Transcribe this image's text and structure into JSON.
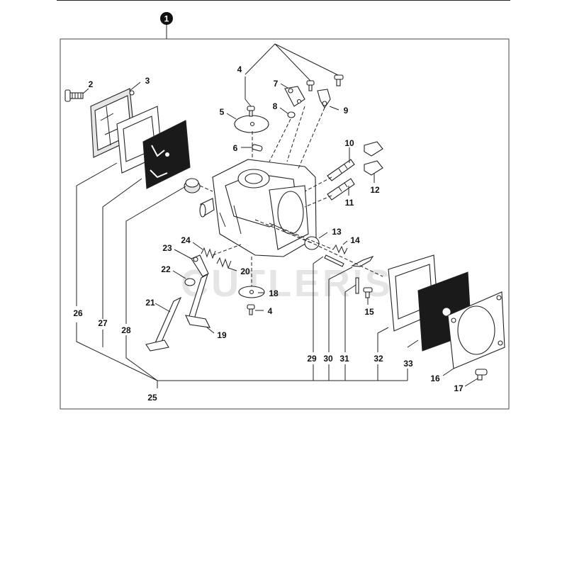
{
  "assembly": {
    "number": "1"
  },
  "watermark": "CUTLER'S",
  "parts": [
    {
      "key": "p2",
      "label": "2"
    },
    {
      "key": "p3",
      "label": "3"
    },
    {
      "key": "p4a",
      "label": "4"
    },
    {
      "key": "p4b",
      "label": "4"
    },
    {
      "key": "p5",
      "label": "5"
    },
    {
      "key": "p6",
      "label": "6"
    },
    {
      "key": "p7",
      "label": "7"
    },
    {
      "key": "p8",
      "label": "8"
    },
    {
      "key": "p9",
      "label": "9"
    },
    {
      "key": "p10",
      "label": "10"
    },
    {
      "key": "p11",
      "label": "11"
    },
    {
      "key": "p12",
      "label": "12"
    },
    {
      "key": "p13",
      "label": "13"
    },
    {
      "key": "p14",
      "label": "14"
    },
    {
      "key": "p15",
      "label": "15"
    },
    {
      "key": "p16",
      "label": "16"
    },
    {
      "key": "p17",
      "label": "17"
    },
    {
      "key": "p18",
      "label": "18"
    },
    {
      "key": "p19",
      "label": "19"
    },
    {
      "key": "p20",
      "label": "20"
    },
    {
      "key": "p21",
      "label": "21"
    },
    {
      "key": "p22",
      "label": "22"
    },
    {
      "key": "p23",
      "label": "23"
    },
    {
      "key": "p24",
      "label": "24"
    },
    {
      "key": "p25",
      "label": "25"
    },
    {
      "key": "p26",
      "label": "26"
    },
    {
      "key": "p27",
      "label": "27"
    },
    {
      "key": "p28",
      "label": "28"
    },
    {
      "key": "p29",
      "label": "29"
    },
    {
      "key": "p30",
      "label": "30"
    },
    {
      "key": "p31",
      "label": "31"
    },
    {
      "key": "p32",
      "label": "32"
    },
    {
      "key": "p33",
      "label": "33"
    }
  ]
}
